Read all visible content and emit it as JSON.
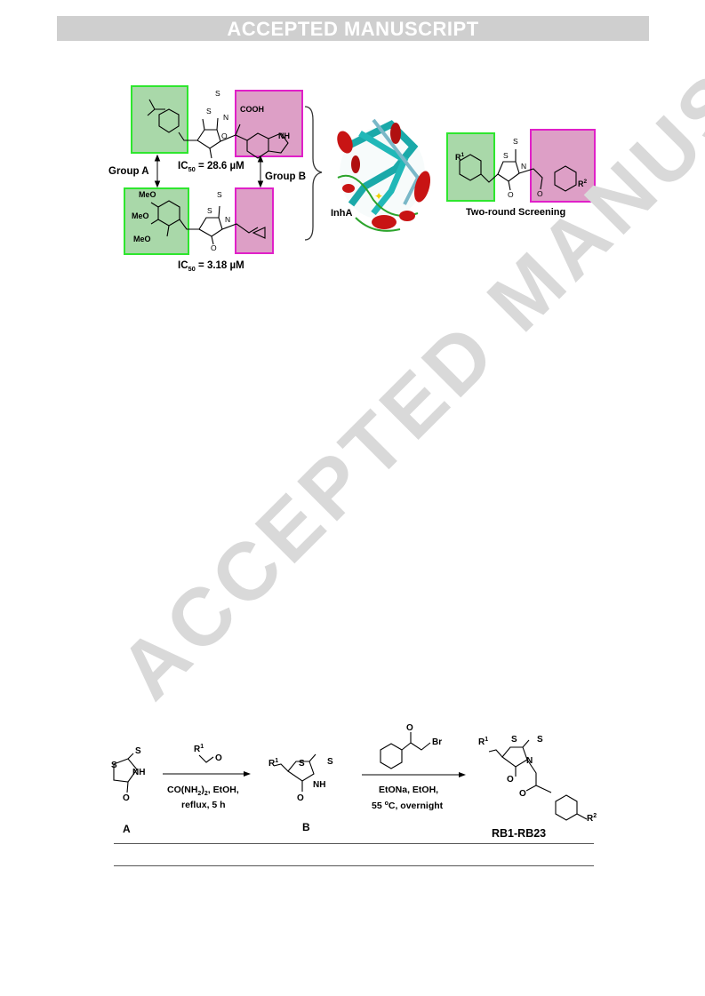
{
  "banner": {
    "text": "ACCEPTED MANUSCRIPT"
  },
  "watermark": {
    "text": "ACCEPTED MANUSCRIPT"
  },
  "figure": {
    "cooh": "COOH",
    "nh": "NH",
    "s": "S",
    "n": "N",
    "o": "O",
    "ic50_top": "IC",
    "ic50_top_sub": "50",
    "ic50_top_val": " = 28.6 µM",
    "ic50_bottom": "IC",
    "ic50_bottom_sub": "50",
    "ic50_bottom_val": " = 3.18 µM",
    "group_a": "Group A",
    "group_b": "Group B",
    "meo1": "MeO",
    "meo2": "MeO",
    "meo3": "MeO",
    "inha": "InhA",
    "r1": "R",
    "r1_sup": "1",
    "r2": "R",
    "r2_sup": "2",
    "screening": "Two-round Screening"
  },
  "scheme": {
    "label_a": "A",
    "label_b": "B",
    "label_product": "RB1-RB23",
    "r1": "R",
    "r1_sup": "1",
    "cond1_line1": "CO(NH",
    "cond1_sub": "2",
    "cond1_line1_end": ")",
    "cond1_sub2": "2",
    "cond1_line1_tail": ", EtOH,",
    "cond1_line2": "reflux, 5 h",
    "cond2_line1": "EtONa, EtOH,",
    "cond2_line2_a": "55 ",
    "cond2_line2_sup": "o",
    "cond2_line2_b": "C, overnight",
    "br": "Br",
    "o": "O",
    "s": "S",
    "nh": "NH",
    "n": "N",
    "r2": "R",
    "r2_sup": "2"
  }
}
